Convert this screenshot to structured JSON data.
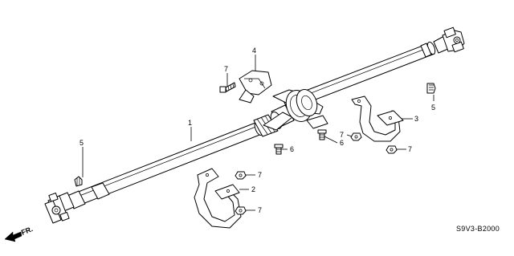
{
  "diagram": {
    "callouts": {
      "c1": "1",
      "c2": "2",
      "c3": "3",
      "c4": "4",
      "c5_left": "5",
      "c5_right": "5",
      "c6_left": "6",
      "c6_right": "6",
      "c7_top": "7",
      "c7_mid": "7",
      "c7_right": "7",
      "c7_low1": "7",
      "c7_low2": "7"
    },
    "direction_label": "FR.",
    "diagram_code": "S9V3-B2000"
  }
}
